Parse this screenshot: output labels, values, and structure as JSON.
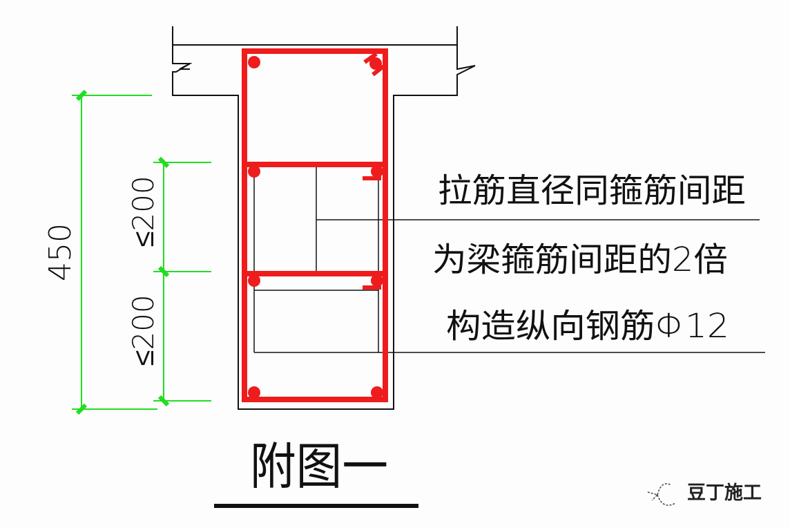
{
  "colors": {
    "rebar": "#ee1c1c",
    "dimension": "#22dd22",
    "line": "#111111"
  },
  "dimensions": {
    "total": "450",
    "upper_spacing": "≤200",
    "lower_spacing": "≤200"
  },
  "annotations": [
    "拉筋直径同箍筋间距",
    "为梁箍筋间距的2倍",
    "构造纵向钢筋Φ12"
  ],
  "figure_title": "附图一",
  "watermark": {
    "icon": "fish-logo-icon",
    "text": "豆丁施工"
  }
}
